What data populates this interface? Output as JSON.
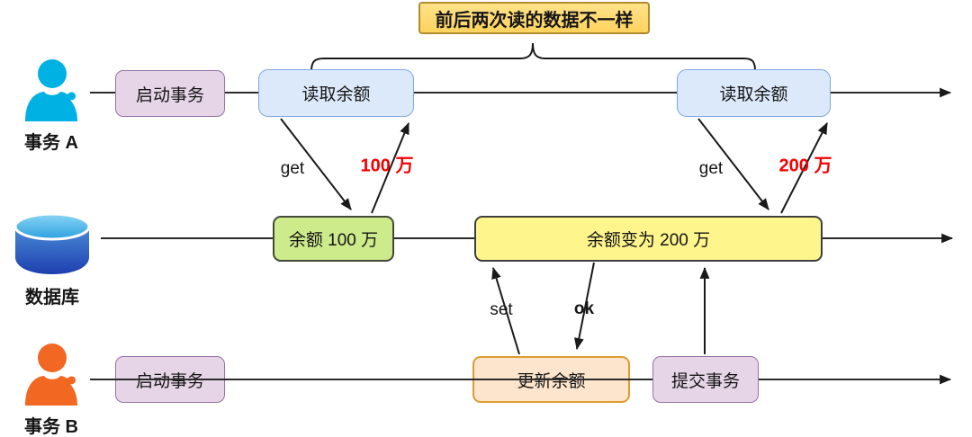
{
  "note": {
    "label": "前后两次读的数据不一样"
  },
  "lanes": {
    "a": {
      "actor": "事务 A",
      "start": "启动事务",
      "read1": "读取余额",
      "read2": "读取余额"
    },
    "db": {
      "actor": "数据库",
      "state1": "余额 100 万",
      "state2": "余额变为 200 万"
    },
    "b": {
      "actor": "事务 B",
      "start": "启动事务",
      "update": "更新余额",
      "commit": "提交事务"
    }
  },
  "arrows": {
    "get1": "get",
    "result1": "100 万",
    "get2": "get",
    "result2": "200 万",
    "set": "set",
    "ok": "ok"
  },
  "colors": {
    "note_fill": "#FFD966",
    "note_border": "#B08C2E",
    "purple_fill": "#E6D5E7",
    "purple_border": "#9673A6",
    "blue_fill": "#DCE9FB",
    "blue_border": "#7EA6E0",
    "green_fill": "#CDEB8B",
    "green_border": "#44483A",
    "yellow_fill": "#FEF58D",
    "yellow_border": "#3F3F3F",
    "orange_fill": "#FCE5CC",
    "orange_border": "#E09A2F",
    "result_text": "#F50000",
    "person_a": "#00B1E4",
    "person_b": "#F26722",
    "line": "#2B2B2B"
  }
}
